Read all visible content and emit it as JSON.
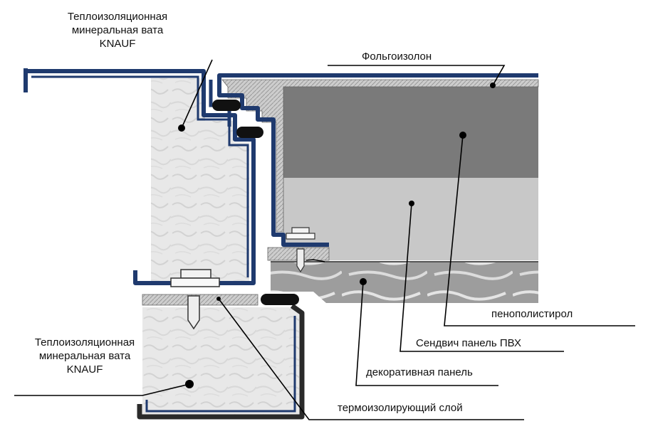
{
  "labels": {
    "wool_top": [
      "Теплоизоляционная",
      "минеральная вата",
      "KNAUF"
    ],
    "wool_bottom": [
      "Теплоизоляционная",
      "минеральная вата",
      "KNAUF"
    ],
    "foil": "Фольгоизолон",
    "foam": "пенополистирол",
    "sandwich": "Сендвич панель ПВХ",
    "decor": "декоративная панель",
    "thermo": "термоизолирующий слой"
  },
  "colors": {
    "profile_blue": "#1f3a6e",
    "foam_gray": "#7a7a7a",
    "sandwich_gray": "#c9c9c9",
    "decor_gray": "#9c9c9c",
    "wool": "#e6e6e6",
    "thermo_layer": "#cfcfcf"
  }
}
